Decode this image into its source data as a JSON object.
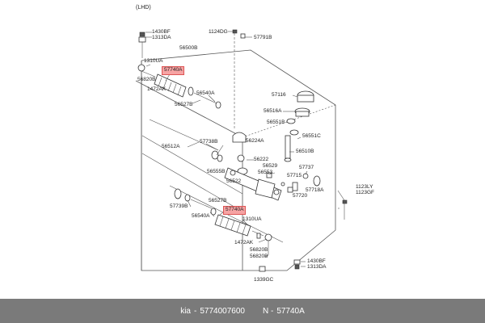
{
  "header": {
    "variant": "(LHD)"
  },
  "labels": {
    "l1430BF_top": "1430BF",
    "l1313DA_top": "1313DA",
    "l1124DG": "1124DG",
    "l57791B": "57791B",
    "l56500B": "56500B",
    "l1310UA_top": "1310UA",
    "l57740A_top": "57740A",
    "l56820B_top": "56820B",
    "l1472AK_top": "1472AK",
    "l56540A_top": "56540A",
    "l56527B_top": "56527B",
    "l57116": "57116",
    "l56516A": "56516A",
    "l56551B": "56551B",
    "l56551C": "56551C",
    "l56512A": "56512A",
    "l57738B": "57738B",
    "l56224A": "56224A",
    "l56510B": "56510B",
    "l56222": "56222",
    "l56529": "56529",
    "l57737": "57737",
    "l56555B": "56555B",
    "l56553": "56553",
    "l57715": "57715",
    "l56522": "56522",
    "l57718A": "57718A",
    "l57720": "57720",
    "l1123LY": "1123LY",
    "l1123GF": "1123GF",
    "l57739B": "57739B",
    "l56527B_bot": "56527B",
    "l57740A_bot": "57740A",
    "l56540A_bot": "56540A",
    "l1310UA_bot": "1310UA",
    "l1472AK_bot": "1472AK",
    "l56820B_bot1": "56820B",
    "l56820B_bot2": "56820B",
    "l1430BF_bot": "1430BF",
    "l1313DA_bot": "1313DA",
    "l1339GC": "1339GC"
  },
  "footer": {
    "brand": "kia",
    "sep": "-",
    "part_number": "5774007600",
    "n_label": "N -",
    "ref_code": "57740A"
  },
  "colors": {
    "highlight": "#f6a3a3",
    "footer_bg": "#7a7a7a"
  }
}
